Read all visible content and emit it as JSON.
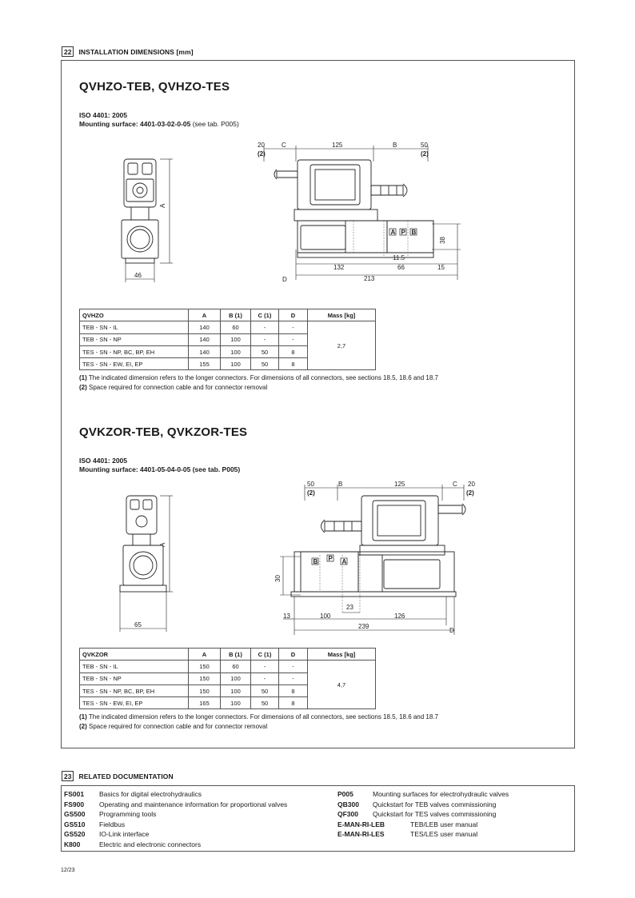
{
  "section22": {
    "number": "22",
    "title": "INSTALLATION DIMENSIONS [mm]",
    "product1": {
      "title": "QVHZO-TEB, QVHZO-TES",
      "iso": "ISO 4401: 2005",
      "mounting_label": "Mounting surface: 4401-03-02-0-05",
      "mounting_ref": " (see tab. P005)",
      "drawing": {
        "A": "A",
        "w46": "46",
        "d20": "20",
        "C": "C",
        "d125": "125",
        "B": "B",
        "d50": "50",
        "n2a": "(2)",
        "n2b": "(2)",
        "d38": "38",
        "d11_5": "11.5",
        "d132": "132",
        "d66": "66",
        "d15": "15",
        "D": "D",
        "d213": "213",
        "portA": "A",
        "portP": "P",
        "portB": "B"
      },
      "table": {
        "headers": [
          "QVHZO",
          "A",
          "B (1)",
          "C (1)",
          "D",
          "Mass [kg]"
        ],
        "rows": [
          [
            "TEB - SN - IL",
            "140",
            "60",
            "-",
            "-"
          ],
          [
            "TEB - SN - NP",
            "140",
            "100",
            "-",
            "-"
          ],
          [
            "TES - SN - NP, BC, BP, EH",
            "140",
            "100",
            "50",
            "8"
          ],
          [
            "TES - SN - EW, EI, EP",
            "155",
            "100",
            "50",
            "8"
          ]
        ],
        "mass": "2,7"
      },
      "note1_num": "(1)",
      "note1": " The indicated dimension refers to the longer connectors. For dimensions of all connectors, see sections 18.5, 18.6 and 18.7",
      "note2_num": "(2)",
      "note2": " Space required for connection cable and for connector removal"
    },
    "product2": {
      "title": "QVKZOR-TEB, QVKZOR-TES",
      "iso": "ISO 4401: 2005",
      "mounting_label": "Mounting surface: 4401-05-04-0-05 (see tab. P005)",
      "drawing": {
        "A": "A",
        "w65": "65",
        "d50": "50",
        "n2a": "(2)",
        "B": "B",
        "d125": "125",
        "C": "C",
        "d20": "20",
        "n2b": "(2)",
        "d30": "30",
        "d13": "13",
        "d100": "100",
        "d23": "23",
        "d126": "126",
        "d239": "239",
        "D": "D",
        "portB": "B",
        "portP": "P",
        "portA": "A"
      },
      "table": {
        "headers": [
          "QVKZOR",
          "A",
          "B (1)",
          "C (1)",
          "D",
          "Mass [kg]"
        ],
        "rows": [
          [
            "TEB - SN - IL",
            "150",
            "60",
            "-",
            "-"
          ],
          [
            "TEB - SN - NP",
            "150",
            "100",
            "-",
            "-"
          ],
          [
            "TES - SN - NP, BC, BP, EH",
            "150",
            "100",
            "50",
            "8"
          ],
          [
            "TES - SN - EW, EI, EP",
            "165",
            "100",
            "50",
            "8"
          ]
        ],
        "mass": "4,7"
      },
      "note1_num": "(1)",
      "note1": " The indicated dimension refers to the longer connectors. For dimensions of all connectors, see sections 18.5, 18.6 and 18.7",
      "note2_num": "(2)",
      "note2": " Space required for connection cable and for connector removal"
    }
  },
  "section23": {
    "number": "23",
    "title": "RELATED DOCUMENTATION",
    "left": [
      {
        "code": "FS001",
        "desc": "Basics for digital electrohydraulics"
      },
      {
        "code": "FS900",
        "desc": "Operating and maintenance information for proportional valves"
      },
      {
        "code": "GS500",
        "desc": "Programming tools"
      },
      {
        "code": "GS510",
        "desc": "Fieldbus"
      },
      {
        "code": "GS520",
        "desc": "IO-Link interface"
      },
      {
        "code": "K800",
        "desc": "Electric and electronic connectors"
      }
    ],
    "right": [
      {
        "code": "P005",
        "desc": "Mounting surfaces for electrohydraulic valves"
      },
      {
        "code": "QB300",
        "desc": "Quickstart for TEB valves commissioning"
      },
      {
        "code": "QF300",
        "desc": "Quickstart for TES valves commissioning"
      },
      {
        "code": "E-MAN-RI-LEB",
        "desc": "TEB/LEB user manual"
      },
      {
        "code": "E-MAN-RI-LES",
        "desc": "TES/LES user manual"
      }
    ]
  },
  "page_number": "12/23"
}
